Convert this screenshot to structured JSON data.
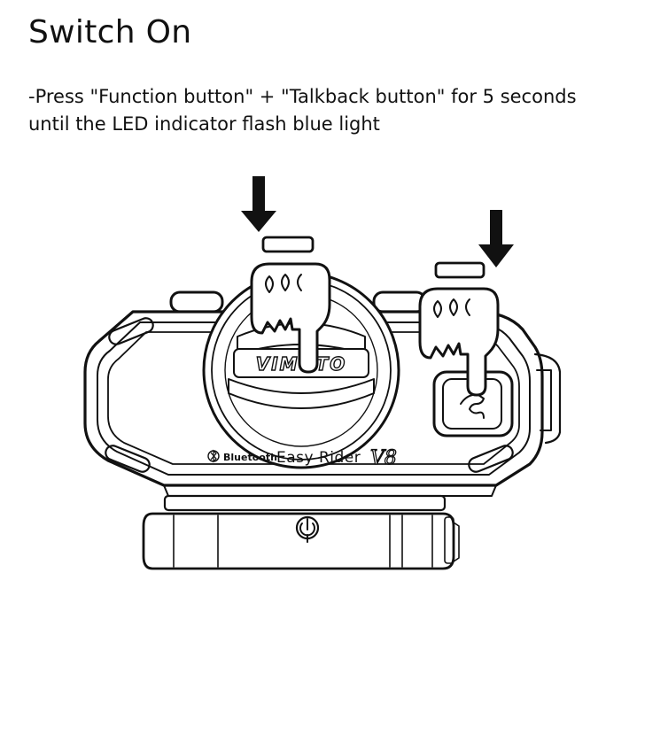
{
  "page": {
    "title": "Switch On",
    "instruction_line1": "-Press \"Function button\" + \"Talkback button\" for 5 seconds",
    "instruction_line2": "until the LED indicator flash blue light"
  },
  "device": {
    "brand_logo": "VIMOTO",
    "bluetooth_label": "Bluetooth",
    "model_label": "Easy Rider",
    "model_version": "V8"
  },
  "icons": {
    "press_arrow": "down-arrow-icon",
    "finger": "pointing-finger-icon",
    "bluetooth": "bluetooth-icon",
    "talkback": "phone-icon",
    "power": "power-icon"
  },
  "colors": {
    "ink": "#111111",
    "background": "#ffffff"
  }
}
